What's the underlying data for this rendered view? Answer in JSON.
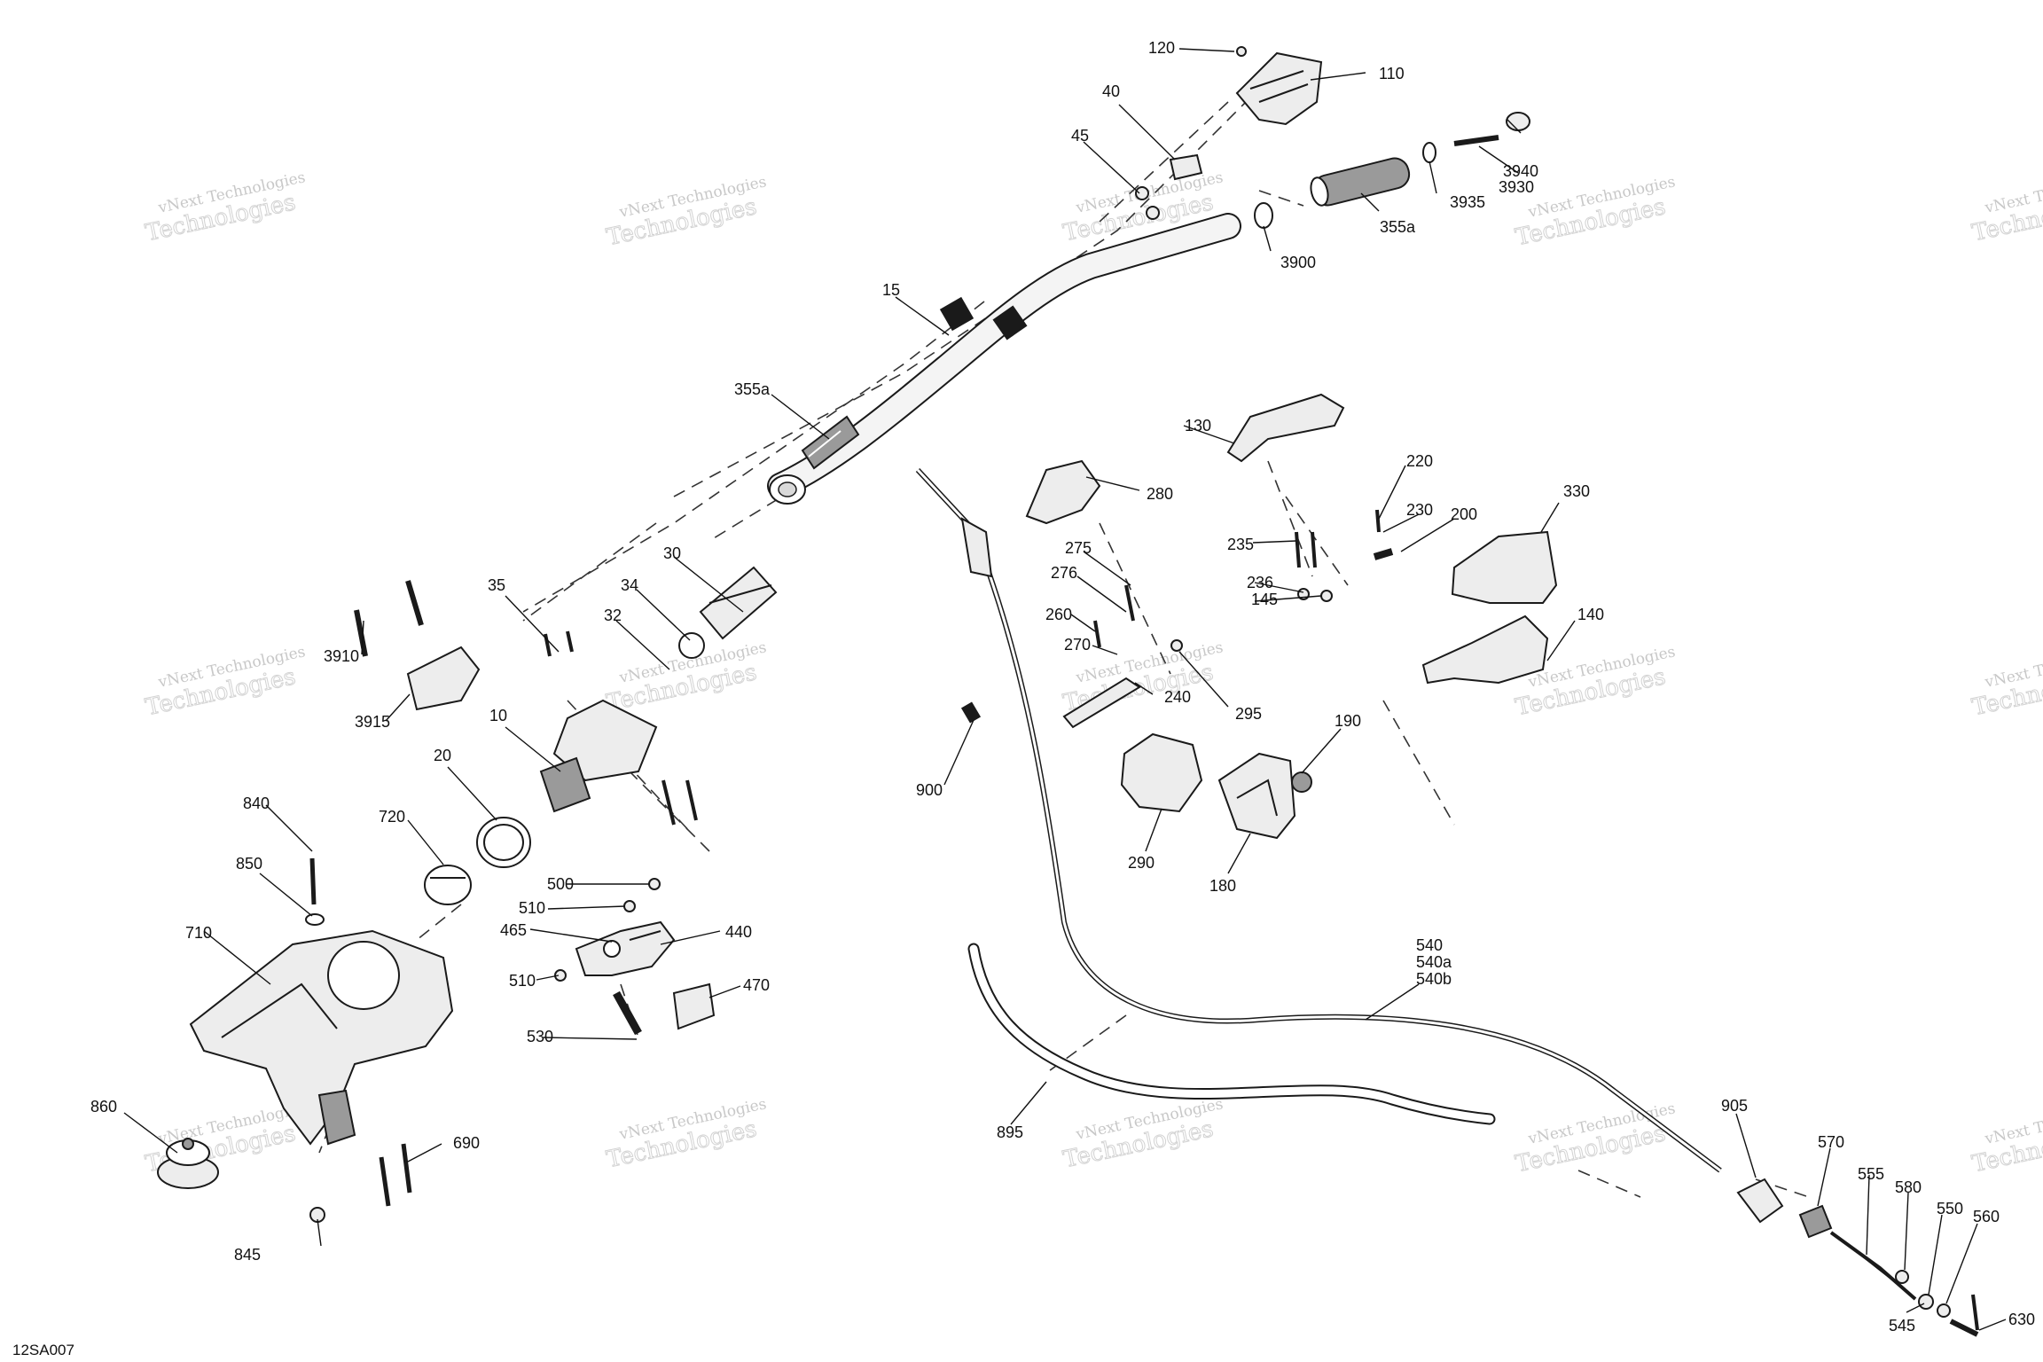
{
  "diagram": {
    "reference_code": "12SA007",
    "watermark": {
      "line1": "vNext Technologies",
      "line2": "Technologies"
    },
    "callouts": [
      {
        "id": "120"
      },
      {
        "id": "110"
      },
      {
        "id": "40"
      },
      {
        "id": "45"
      },
      {
        "id": "3940"
      },
      {
        "id": "3930"
      },
      {
        "id": "3935"
      },
      {
        "id": "355a"
      },
      {
        "id": "3900"
      },
      {
        "id": "15"
      },
      {
        "id": "355a"
      },
      {
        "id": "130"
      },
      {
        "id": "280"
      },
      {
        "id": "220"
      },
      {
        "id": "230"
      },
      {
        "id": "200"
      },
      {
        "id": "330"
      },
      {
        "id": "235"
      },
      {
        "id": "275"
      },
      {
        "id": "276"
      },
      {
        "id": "236"
      },
      {
        "id": "145"
      },
      {
        "id": "260"
      },
      {
        "id": "270"
      },
      {
        "id": "140"
      },
      {
        "id": "240"
      },
      {
        "id": "295"
      },
      {
        "id": "30"
      },
      {
        "id": "35"
      },
      {
        "id": "34"
      },
      {
        "id": "32"
      },
      {
        "id": "3910"
      },
      {
        "id": "3915"
      },
      {
        "id": "10"
      },
      {
        "id": "20"
      },
      {
        "id": "190"
      },
      {
        "id": "900"
      },
      {
        "id": "290"
      },
      {
        "id": "180"
      },
      {
        "id": "840"
      },
      {
        "id": "720"
      },
      {
        "id": "850"
      },
      {
        "id": "500"
      },
      {
        "id": "510"
      },
      {
        "id": "465"
      },
      {
        "id": "440"
      },
      {
        "id": "710"
      },
      {
        "id": "510"
      },
      {
        "id": "470"
      },
      {
        "id": "530"
      },
      {
        "id": "540"
      },
      {
        "id": "540a"
      },
      {
        "id": "540b"
      },
      {
        "id": "860"
      },
      {
        "id": "690"
      },
      {
        "id": "895"
      },
      {
        "id": "905"
      },
      {
        "id": "570"
      },
      {
        "id": "555"
      },
      {
        "id": "580"
      },
      {
        "id": "550"
      },
      {
        "id": "560"
      },
      {
        "id": "845"
      },
      {
        "id": "545"
      },
      {
        "id": "630"
      }
    ]
  }
}
